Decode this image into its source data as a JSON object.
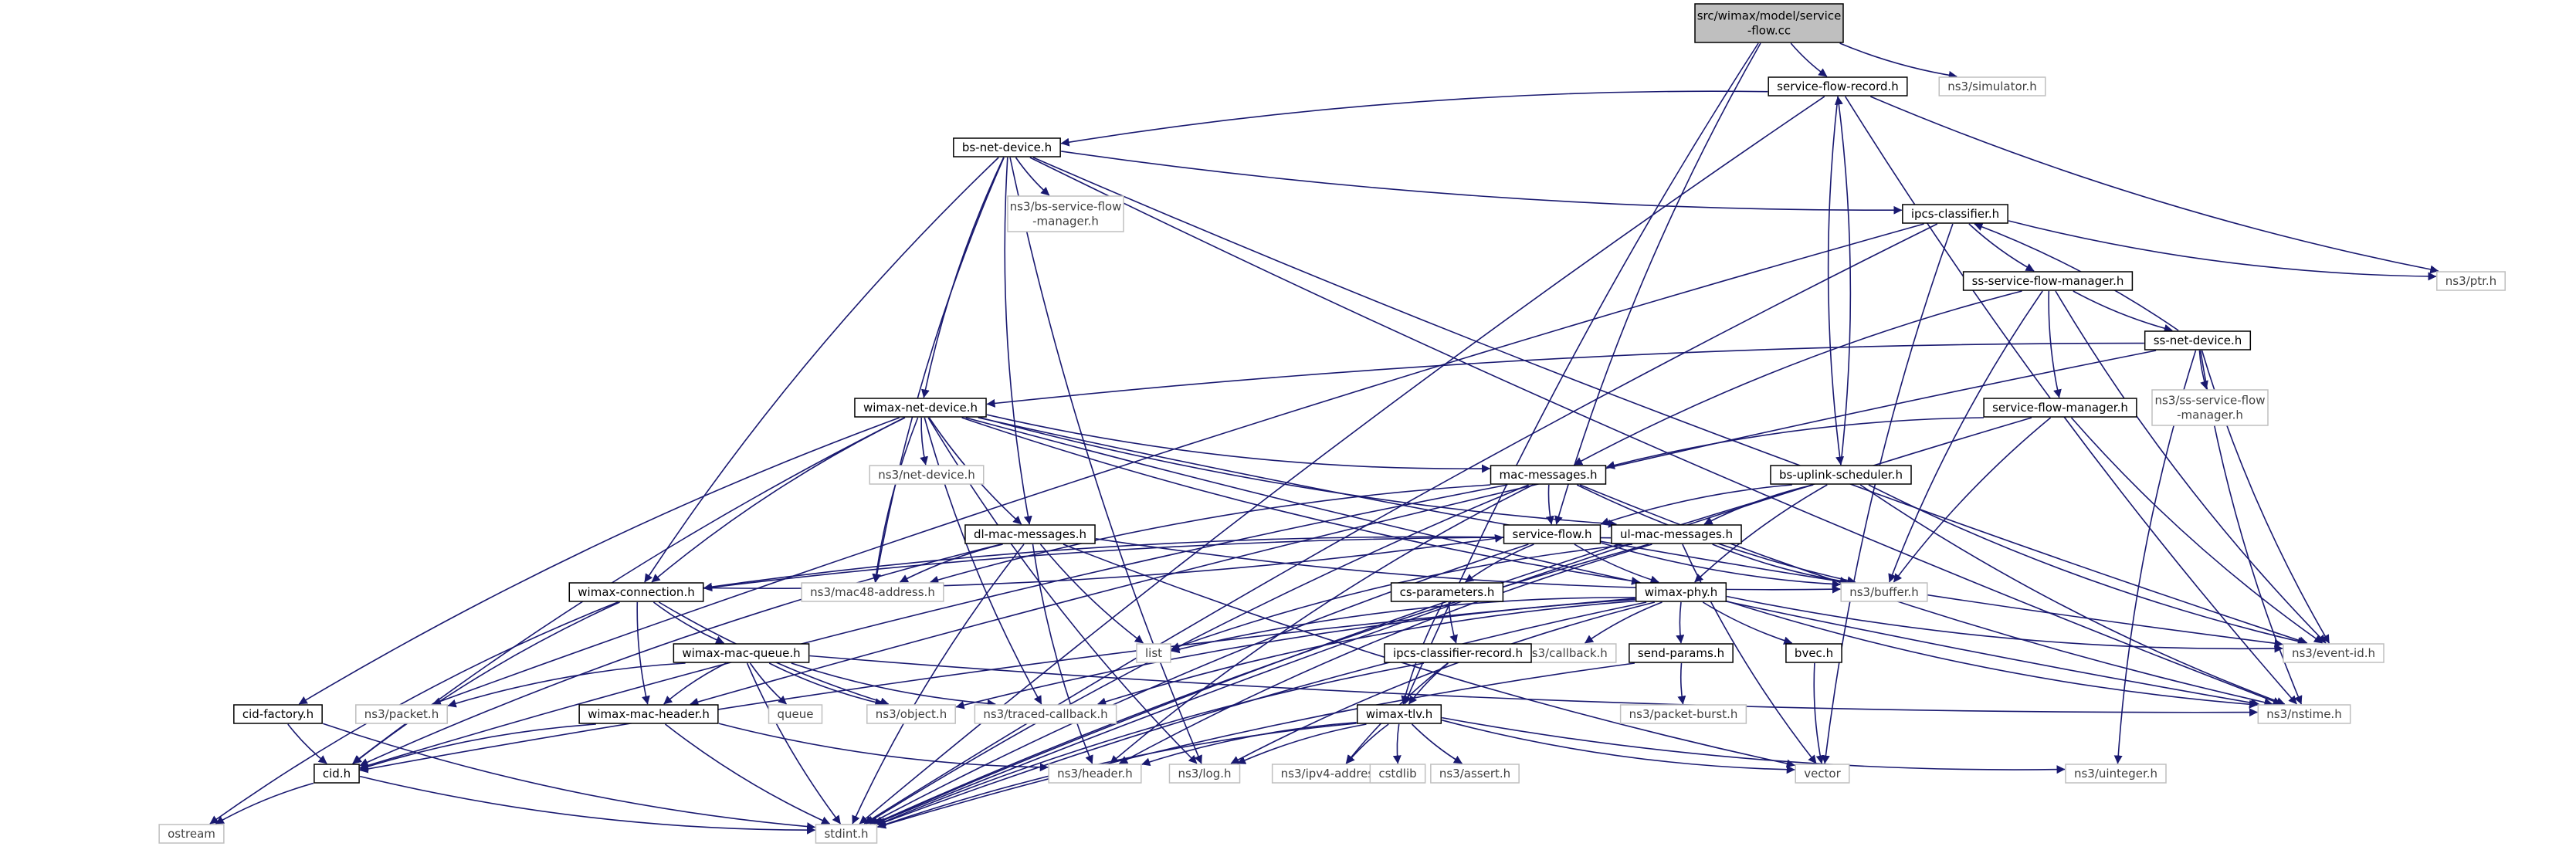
{
  "colors": {
    "edge": "#191970",
    "node_border": "#000000",
    "node_fill": "#ffffff",
    "external_border": "#bfbfbf",
    "external_text": "#404040",
    "root_fill": "#bfbfbf"
  },
  "nodes": [
    {
      "id": "root",
      "lines": [
        "src/wimax/model/service",
        "-flow.cc"
      ],
      "kind": "root"
    },
    {
      "id": "sfr",
      "lines": [
        "service-flow-record.h"
      ],
      "kind": "file"
    },
    {
      "id": "sim",
      "lines": [
        "ns3/simulator.h"
      ],
      "kind": "external"
    },
    {
      "id": "bsnd",
      "lines": [
        "bs-net-device.h"
      ],
      "kind": "file"
    },
    {
      "id": "bssfm",
      "lines": [
        "ns3/bs-service-flow",
        "-manager.h"
      ],
      "kind": "external"
    },
    {
      "id": "ipcs",
      "lines": [
        "ipcs-classifier.h"
      ],
      "kind": "file"
    },
    {
      "id": "ptr",
      "lines": [
        "ns3/ptr.h"
      ],
      "kind": "external"
    },
    {
      "id": "sssfm",
      "lines": [
        "ss-service-flow-manager.h"
      ],
      "kind": "file"
    },
    {
      "id": "ssnd",
      "lines": [
        "ss-net-device.h"
      ],
      "kind": "file"
    },
    {
      "id": "ns3sssfm",
      "lines": [
        "ns3/ss-service-flow",
        "-manager.h"
      ],
      "kind": "external"
    },
    {
      "id": "sfm",
      "lines": [
        "service-flow-manager.h"
      ],
      "kind": "file"
    },
    {
      "id": "wnd",
      "lines": [
        "wimax-net-device.h"
      ],
      "kind": "file"
    },
    {
      "id": "netdev",
      "lines": [
        "ns3/net-device.h"
      ],
      "kind": "external"
    },
    {
      "id": "macmsg",
      "lines": [
        "mac-messages.h"
      ],
      "kind": "file"
    },
    {
      "id": "bsups",
      "lines": [
        "bs-uplink-scheduler.h"
      ],
      "kind": "file"
    },
    {
      "id": "dlmac",
      "lines": [
        "dl-mac-messages.h"
      ],
      "kind": "file"
    },
    {
      "id": "sf",
      "lines": [
        "service-flow.h"
      ],
      "kind": "file"
    },
    {
      "id": "ulmac",
      "lines": [
        "ul-mac-messages.h"
      ],
      "kind": "file"
    },
    {
      "id": "wconn",
      "lines": [
        "wimax-connection.h"
      ],
      "kind": "file"
    },
    {
      "id": "mac48",
      "lines": [
        "ns3/mac48-address.h"
      ],
      "kind": "external"
    },
    {
      "id": "csparam",
      "lines": [
        "cs-parameters.h"
      ],
      "kind": "file"
    },
    {
      "id": "wphy",
      "lines": [
        "wimax-phy.h"
      ],
      "kind": "file"
    },
    {
      "id": "buffer",
      "lines": [
        "ns3/buffer.h"
      ],
      "kind": "external"
    },
    {
      "id": "list",
      "lines": [
        "list"
      ],
      "kind": "external"
    },
    {
      "id": "callback",
      "lines": [
        "ns3/callback.h"
      ],
      "kind": "external"
    },
    {
      "id": "sendp",
      "lines": [
        "send-params.h"
      ],
      "kind": "file"
    },
    {
      "id": "bvec",
      "lines": [
        "bvec.h"
      ],
      "kind": "file"
    },
    {
      "id": "eventid",
      "lines": [
        "ns3/event-id.h"
      ],
      "kind": "external"
    },
    {
      "id": "wmq",
      "lines": [
        "wimax-mac-queue.h"
      ],
      "kind": "file"
    },
    {
      "id": "ipcsrec",
      "lines": [
        "ipcs-classifier-record.h"
      ],
      "kind": "file"
    },
    {
      "id": "packetburst",
      "lines": [
        "ns3/packet-burst.h"
      ],
      "kind": "external"
    },
    {
      "id": "cidfac",
      "lines": [
        "cid-factory.h"
      ],
      "kind": "file"
    },
    {
      "id": "packet",
      "lines": [
        "ns3/packet.h"
      ],
      "kind": "external"
    },
    {
      "id": "queue",
      "lines": [
        "queue"
      ],
      "kind": "external"
    },
    {
      "id": "object",
      "lines": [
        "ns3/object.h"
      ],
      "kind": "external"
    },
    {
      "id": "traced",
      "lines": [
        "ns3/traced-callback.h"
      ],
      "kind": "external"
    },
    {
      "id": "nstime",
      "lines": [
        "ns3/nstime.h"
      ],
      "kind": "external"
    },
    {
      "id": "wmh",
      "lines": [
        "wimax-mac-header.h"
      ],
      "kind": "file"
    },
    {
      "id": "tlv",
      "lines": [
        "wimax-tlv.h"
      ],
      "kind": "file"
    },
    {
      "id": "cid",
      "lines": [
        "cid.h"
      ],
      "kind": "file"
    },
    {
      "id": "header",
      "lines": [
        "ns3/header.h"
      ],
      "kind": "external"
    },
    {
      "id": "log",
      "lines": [
        "ns3/log.h"
      ],
      "kind": "external"
    },
    {
      "id": "ipv4",
      "lines": [
        "ns3/ipv4-address.h"
      ],
      "kind": "external"
    },
    {
      "id": "cstdlib",
      "lines": [
        "cstdlib"
      ],
      "kind": "external"
    },
    {
      "id": "assert",
      "lines": [
        "ns3/assert.h"
      ],
      "kind": "external"
    },
    {
      "id": "vector",
      "lines": [
        "vector"
      ],
      "kind": "external"
    },
    {
      "id": "uint",
      "lines": [
        "ns3/uinteger.h"
      ],
      "kind": "external"
    },
    {
      "id": "ostream",
      "lines": [
        "ostream"
      ],
      "kind": "external"
    },
    {
      "id": "stdint",
      "lines": [
        "stdint.h"
      ],
      "kind": "external"
    }
  ],
  "edges": [
    [
      "root",
      "sfr"
    ],
    [
      "root",
      "sim"
    ],
    [
      "root",
      "sf"
    ],
    [
      "root",
      "tlv"
    ],
    [
      "sfr",
      "bsnd"
    ],
    [
      "sfr",
      "bsups"
    ],
    [
      "sfr",
      "ptr"
    ],
    [
      "sfr",
      "nstime"
    ],
    [
      "sfr",
      "stdint"
    ],
    [
      "bsnd",
      "bssfm"
    ],
    [
      "bsnd",
      "ipcs"
    ],
    [
      "bsnd",
      "wnd"
    ],
    [
      "bsnd",
      "dlmac"
    ],
    [
      "bsnd",
      "wconn"
    ],
    [
      "bsnd",
      "mac48"
    ],
    [
      "bsnd",
      "log"
    ],
    [
      "bsnd",
      "eventid"
    ],
    [
      "bsnd",
      "nstime"
    ],
    [
      "ipcs",
      "sssfm"
    ],
    [
      "ipcs",
      "ptr"
    ],
    [
      "ipcs",
      "vector"
    ],
    [
      "ipcs",
      "packet"
    ],
    [
      "ipcs",
      "stdint"
    ],
    [
      "sssfm",
      "ssnd"
    ],
    [
      "sssfm",
      "sfm"
    ],
    [
      "sssfm",
      "macmsg"
    ],
    [
      "sssfm",
      "buffer"
    ],
    [
      "sssfm",
      "eventid"
    ],
    [
      "ssnd",
      "ns3sssfm"
    ],
    [
      "ssnd",
      "wnd"
    ],
    [
      "ssnd",
      "ipcs"
    ],
    [
      "ssnd",
      "wmh"
    ],
    [
      "ssnd",
      "eventid"
    ],
    [
      "ssnd",
      "nstime"
    ],
    [
      "ssnd",
      "uint"
    ],
    [
      "sfm",
      "macmsg"
    ],
    [
      "sfm",
      "buffer"
    ],
    [
      "sfm",
      "eventid"
    ],
    [
      "sfm",
      "stdint"
    ],
    [
      "wnd",
      "netdev"
    ],
    [
      "wnd",
      "macmsg"
    ],
    [
      "wnd",
      "dlmac"
    ],
    [
      "wnd",
      "ulmac"
    ],
    [
      "wnd",
      "wconn"
    ],
    [
      "wnd",
      "mac48"
    ],
    [
      "wnd",
      "wphy"
    ],
    [
      "wnd",
      "cidfac"
    ],
    [
      "wnd",
      "cid"
    ],
    [
      "wnd",
      "traced"
    ],
    [
      "wnd",
      "log"
    ],
    [
      "wnd",
      "nstime"
    ],
    [
      "wnd",
      "eventid"
    ],
    [
      "macmsg",
      "sf"
    ],
    [
      "macmsg",
      "mac48"
    ],
    [
      "macmsg",
      "buffer"
    ],
    [
      "macmsg",
      "header"
    ],
    [
      "macmsg",
      "cid"
    ],
    [
      "macmsg",
      "stdint"
    ],
    [
      "macmsg",
      "nstime"
    ],
    [
      "bsups",
      "sf"
    ],
    [
      "bsups",
      "ulmac"
    ],
    [
      "bsups",
      "wphy"
    ],
    [
      "bsups",
      "sfr"
    ],
    [
      "bsups",
      "eventid"
    ],
    [
      "bsups",
      "nstime"
    ],
    [
      "bsups",
      "stdint"
    ],
    [
      "dlmac",
      "mac48"
    ],
    [
      "dlmac",
      "list"
    ],
    [
      "dlmac",
      "header"
    ],
    [
      "dlmac",
      "cid"
    ],
    [
      "dlmac",
      "stdint"
    ],
    [
      "dlmac",
      "vector"
    ],
    [
      "dlmac",
      "buffer"
    ],
    [
      "sf",
      "wconn"
    ],
    [
      "sf",
      "csparam"
    ],
    [
      "sf",
      "wphy"
    ],
    [
      "sf",
      "buffer"
    ],
    [
      "sf",
      "stdint"
    ],
    [
      "ulmac",
      "list"
    ],
    [
      "ulmac",
      "buffer"
    ],
    [
      "ulmac",
      "header"
    ],
    [
      "ulmac",
      "vector"
    ],
    [
      "ulmac",
      "stdint"
    ],
    [
      "ulmac",
      "wconn"
    ],
    [
      "wconn",
      "wmq"
    ],
    [
      "wconn",
      "wmh"
    ],
    [
      "wconn",
      "cid"
    ],
    [
      "wconn",
      "object"
    ],
    [
      "wconn",
      "ostream"
    ],
    [
      "wconn",
      "sf"
    ],
    [
      "csparam",
      "ipcsrec"
    ],
    [
      "csparam",
      "tlv"
    ],
    [
      "wphy",
      "list"
    ],
    [
      "wphy",
      "callback"
    ],
    [
      "wphy",
      "sendp"
    ],
    [
      "wphy",
      "bvec"
    ],
    [
      "wphy",
      "eventid"
    ],
    [
      "wphy",
      "nstime"
    ],
    [
      "wphy",
      "log"
    ],
    [
      "wphy",
      "traced"
    ],
    [
      "wphy",
      "object"
    ],
    [
      "wphy",
      "stdint"
    ],
    [
      "wphy",
      "cid"
    ],
    [
      "sendp",
      "packetburst"
    ],
    [
      "sendp",
      "stdint"
    ],
    [
      "bvec",
      "vector"
    ],
    [
      "wmq",
      "packet"
    ],
    [
      "wmq",
      "queue"
    ],
    [
      "wmq",
      "object"
    ],
    [
      "wmq",
      "traced"
    ],
    [
      "wmq",
      "nstime"
    ],
    [
      "wmq",
      "wmh"
    ],
    [
      "wmq",
      "stdint"
    ],
    [
      "ipcsrec",
      "tlv"
    ],
    [
      "ipcsrec",
      "ipv4"
    ],
    [
      "ipcsrec",
      "stdint"
    ],
    [
      "cidfac",
      "cid"
    ],
    [
      "cidfac",
      "stdint"
    ],
    [
      "wmh",
      "header"
    ],
    [
      "wmh",
      "cid"
    ],
    [
      "wmh",
      "stdint"
    ],
    [
      "tlv",
      "header"
    ],
    [
      "tlv",
      "log"
    ],
    [
      "tlv",
      "ipv4"
    ],
    [
      "tlv",
      "cstdlib"
    ],
    [
      "tlv",
      "assert"
    ],
    [
      "tlv",
      "vector"
    ],
    [
      "tlv",
      "uint"
    ],
    [
      "tlv",
      "stdint"
    ],
    [
      "cid",
      "ostream"
    ],
    [
      "cid",
      "stdint"
    ]
  ]
}
